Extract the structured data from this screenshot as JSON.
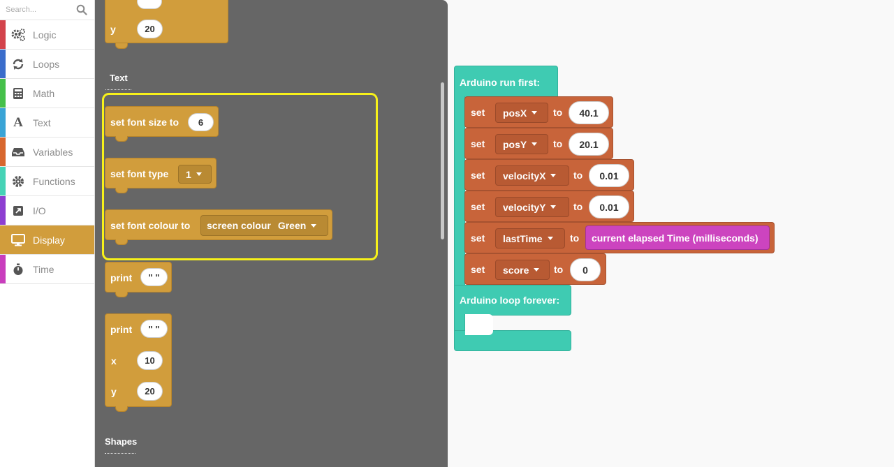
{
  "search": {
    "placeholder": "Search..."
  },
  "categories": [
    {
      "label": "Logic",
      "icon": "gears-icon",
      "color": "#d3434b"
    },
    {
      "label": "Loops",
      "icon": "loop-icon",
      "color": "#3b6dcb"
    },
    {
      "label": "Math",
      "icon": "calculator-icon",
      "color": "#45c04a"
    },
    {
      "label": "Text",
      "icon": "text-a-icon",
      "color": "#3aa4d6"
    },
    {
      "label": "Variables",
      "icon": "inbox-icon",
      "color": "#d8672e"
    },
    {
      "label": "Functions",
      "icon": "gear-icon",
      "color": "#46d3b6"
    },
    {
      "label": "I/O",
      "icon": "external-link-icon",
      "color": "#8d3fd1"
    },
    {
      "label": "Display",
      "icon": "monitor-icon",
      "color": "#d19d3c",
      "selected": true
    },
    {
      "label": "Time",
      "icon": "stopwatch-icon",
      "color": "#c93ebd"
    }
  ],
  "flyout": {
    "top_block": {
      "y_label": "y",
      "y_value": "20"
    },
    "text_section_label": "Text",
    "shapes_section_label": "Shapes",
    "font_size_block": {
      "label": "set font size to",
      "value": "6"
    },
    "font_type_block": {
      "label": "set font type",
      "value": "1"
    },
    "font_colour_block": {
      "label": "set font colour to",
      "inner_label": "screen colour",
      "value": "Green"
    },
    "print_block_1": {
      "label": "print",
      "value": "\"  \""
    },
    "print_block_2": {
      "label": "print",
      "value": "\"  \"",
      "x_label": "x",
      "x_value": "10",
      "y_label": "y",
      "y_value": "20"
    }
  },
  "workspace": {
    "setup_label": "Arduino run first:",
    "loop_label": "Arduino loop forever:",
    "set_word": "set",
    "to_word": "to",
    "sets": [
      {
        "var": "posX",
        "value": "40.1"
      },
      {
        "var": "posY",
        "value": "20.1"
      },
      {
        "var": "velocityX",
        "value": "0.01"
      },
      {
        "var": "velocityY",
        "value": "0.01"
      },
      {
        "var": "lastTime",
        "value": "current elapsed Time (milliseconds)"
      },
      {
        "var": "score",
        "value": "0"
      }
    ]
  }
}
